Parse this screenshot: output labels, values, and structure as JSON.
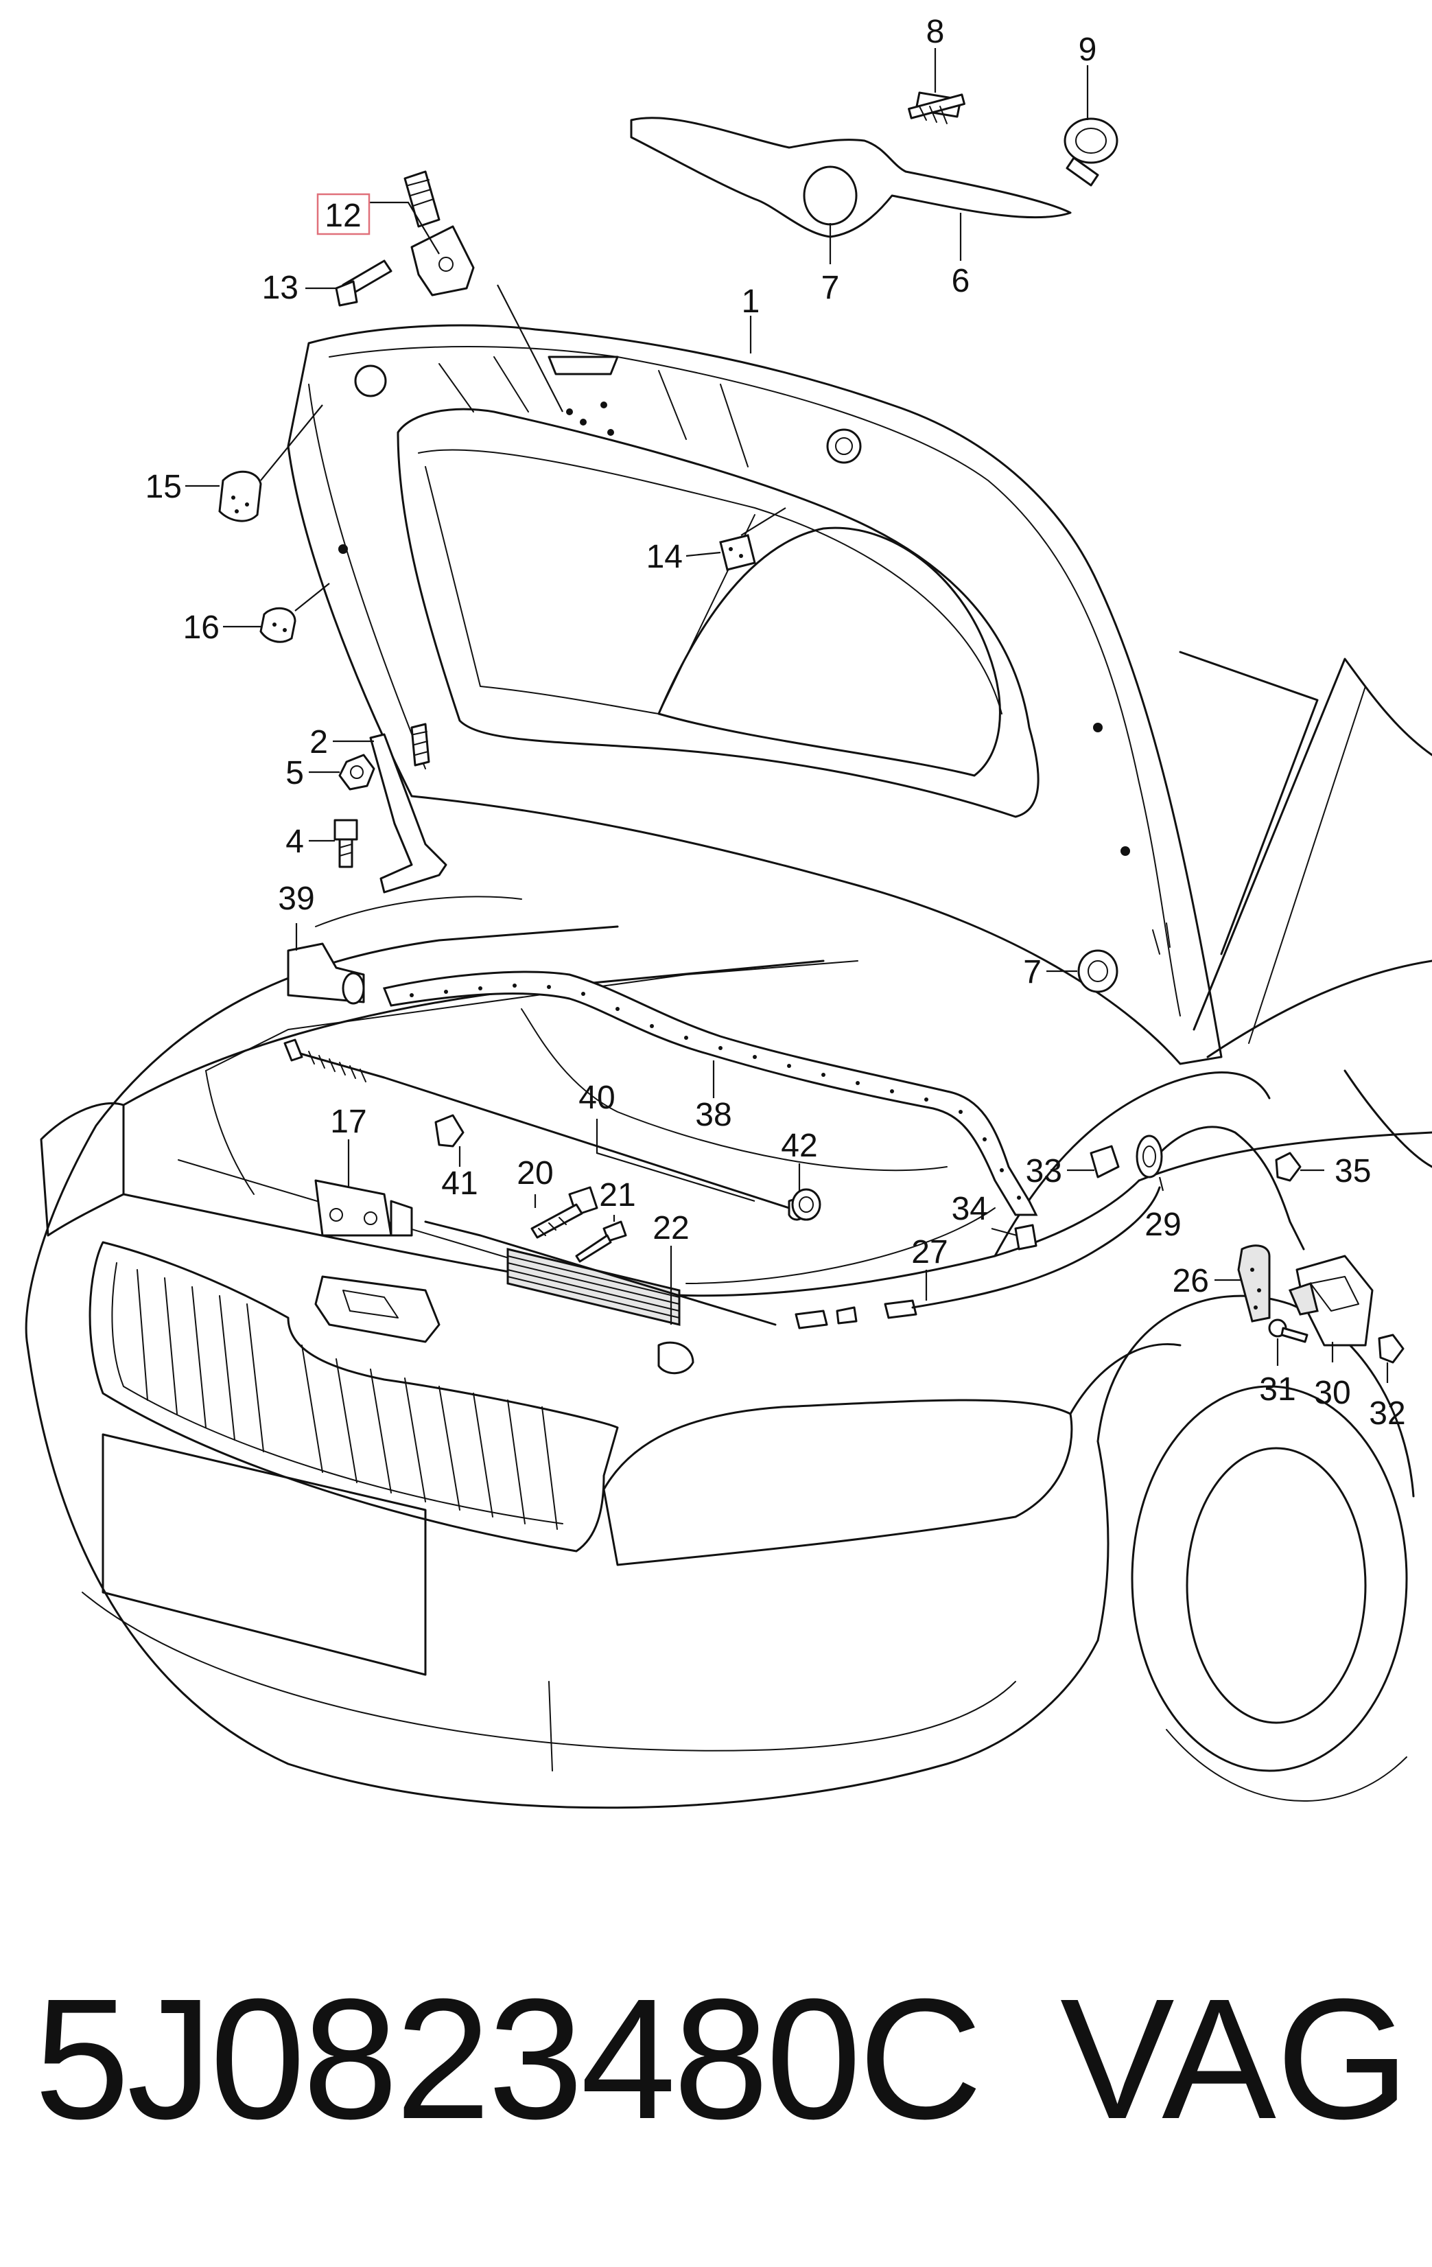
{
  "caption": {
    "part_number": "5J0823480C",
    "brand": "VAG"
  },
  "highlighted_callout": "12",
  "callouts": {
    "c1": "1",
    "c2": "2",
    "c4": "4",
    "c5": "5",
    "c6": "6",
    "c7a": "7",
    "c7b": "7",
    "c8": "8",
    "c9": "9",
    "c12": "12",
    "c13": "13",
    "c14": "14",
    "c15": "15",
    "c16": "16",
    "c17": "17",
    "c20": "20",
    "c21": "21",
    "c22": "22",
    "c26": "26",
    "c27": "27",
    "c29": "29",
    "c30": "30",
    "c31": "31",
    "c32": "32",
    "c33": "33",
    "c34": "34",
    "c35": "35",
    "c38": "38",
    "c39": "39",
    "c40": "40",
    "c41": "41",
    "c42": "42"
  },
  "colors": {
    "line": "#111111",
    "highlight": "#e0707a",
    "background": "#ffffff"
  }
}
